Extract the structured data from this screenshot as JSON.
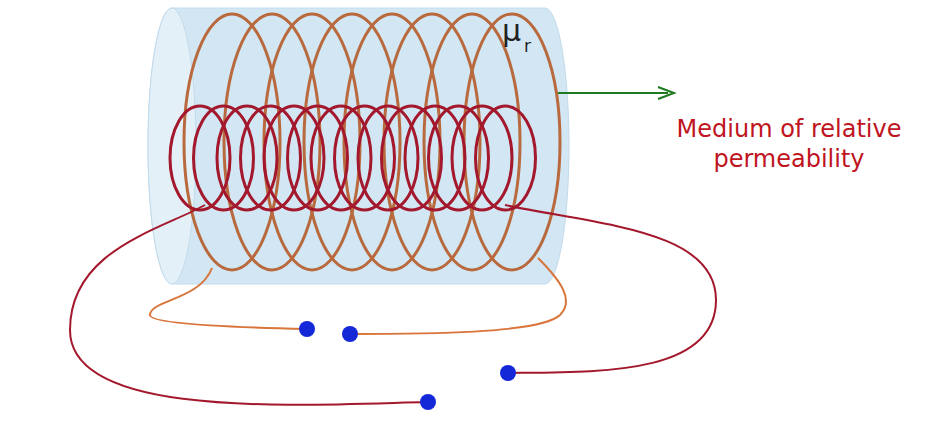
{
  "diagram": {
    "labels": [
      "μ",
      "r",
      "Medium of relative permeability"
    ]
  }
}
